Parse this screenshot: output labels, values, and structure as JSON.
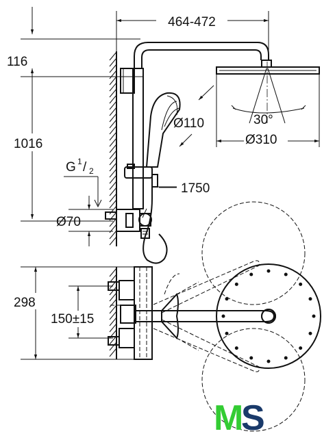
{
  "dimensions": {
    "arm_length": "464-472",
    "head_top_offset": "116",
    "riser_height": "1016",
    "thread": "G",
    "thread_size_num": "1",
    "thread_size_den": "2",
    "rosette_diameter": "Ø70",
    "handshower_diameter": "Ø110",
    "hose_length": "1750",
    "head_diameter": "Ø310",
    "swivel_angle": "30°",
    "depth": "298",
    "inlet_spacing": "150±15"
  },
  "logo": {
    "text": "MS",
    "color_m": "#33cc33",
    "color_s": "#1a3a6a"
  }
}
